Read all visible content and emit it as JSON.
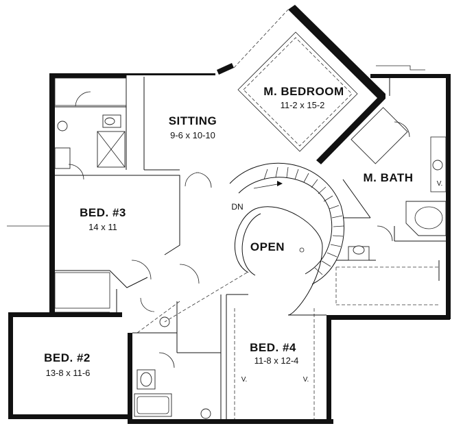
{
  "rooms": {
    "master_bedroom": {
      "name": "M. BEDROOM",
      "dims": "11-2 x 15-2"
    },
    "sitting": {
      "name": "SITTING",
      "dims": "9-6 x 10-10"
    },
    "master_bath": {
      "name": "M. BATH"
    },
    "bed3": {
      "name": "BED. #3",
      "dims": "14 x 11"
    },
    "open": {
      "name": "OPEN"
    },
    "bed2": {
      "name": "BED. #2",
      "dims": "13-8 x 11-6"
    },
    "bed4": {
      "name": "BED. #4",
      "dims": "11-8 x 12-4"
    }
  },
  "labels": {
    "stair_down": "DN",
    "vanity": "V."
  }
}
